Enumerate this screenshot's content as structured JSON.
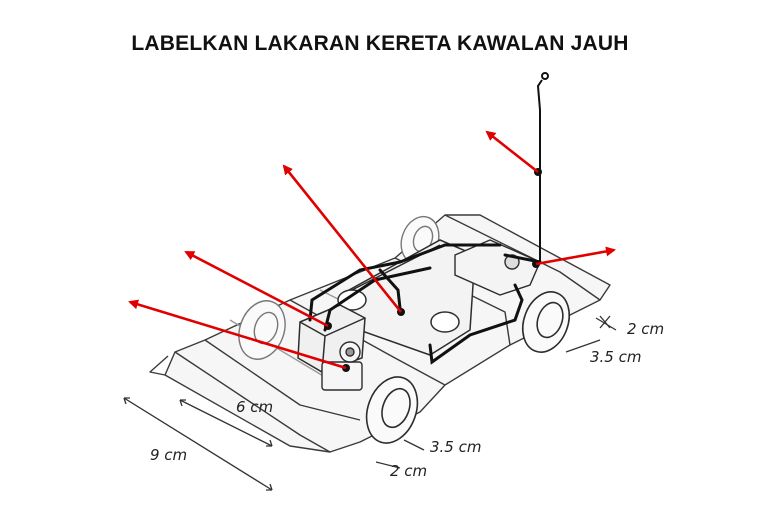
{
  "title": "LABELKAN LAKARAN KERETA KAWALAN JAUH",
  "dimensions": {
    "d1": "2 cm",
    "d2": "3.5 cm",
    "d3": "6 cm",
    "d4": "9 cm",
    "d5": "3.5 cm",
    "d6": "2 cm"
  },
  "colors": {
    "arrow": "#e00000",
    "sketch": "#333333",
    "wire": "#111111"
  },
  "icons": [
    "arrow-icon"
  ]
}
